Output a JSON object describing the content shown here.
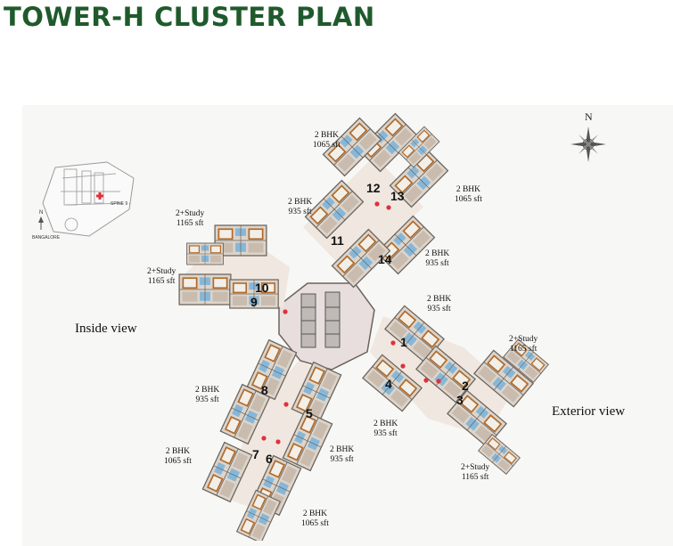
{
  "title": "TOWER-H CLUSTER PLAN",
  "colors": {
    "title": "#1f5a2c",
    "wood": "#b06a2a",
    "floor": "#d9d0c6",
    "tile": "#7fb2d6",
    "marker": "#e0303a"
  },
  "compass": {
    "north": "N"
  },
  "key_plan": {
    "north": "N",
    "label_a": "SPINE 9 -",
    "label_b": "BANGALORE"
  },
  "views": {
    "inside": "Inside view",
    "exterior": "Exterior view"
  },
  "units": [
    {
      "type": "2 BHK",
      "area": "1065 sft"
    },
    {
      "type": "2 BHK",
      "area": "1065 sft"
    },
    {
      "type": "2 BHK",
      "area": "935 sft"
    },
    {
      "type": "2 BHK",
      "area": "935 sft"
    },
    {
      "type": "2+Study",
      "area": "1165 sft"
    },
    {
      "type": "2+Study",
      "area": "1165 sft"
    },
    {
      "type": "2 BHK",
      "area": "935 sft"
    },
    {
      "type": "2+Study",
      "area": "1165 sft"
    },
    {
      "type": "2 BHK",
      "area": "935 sft"
    },
    {
      "type": "2+Study",
      "area": "1165 sft"
    },
    {
      "type": "2 BHK",
      "area": "935 sft"
    },
    {
      "type": "2 BHK",
      "area": "935 sft"
    },
    {
      "type": "2 BHK",
      "area": "1065 sft"
    },
    {
      "type": "2 BHK",
      "area": "1065 sft"
    }
  ],
  "flat_numbers": [
    "12",
    "13",
    "11",
    "14",
    "10",
    "9",
    "1",
    "2",
    "3",
    "4",
    "8",
    "5",
    "7",
    "6"
  ]
}
